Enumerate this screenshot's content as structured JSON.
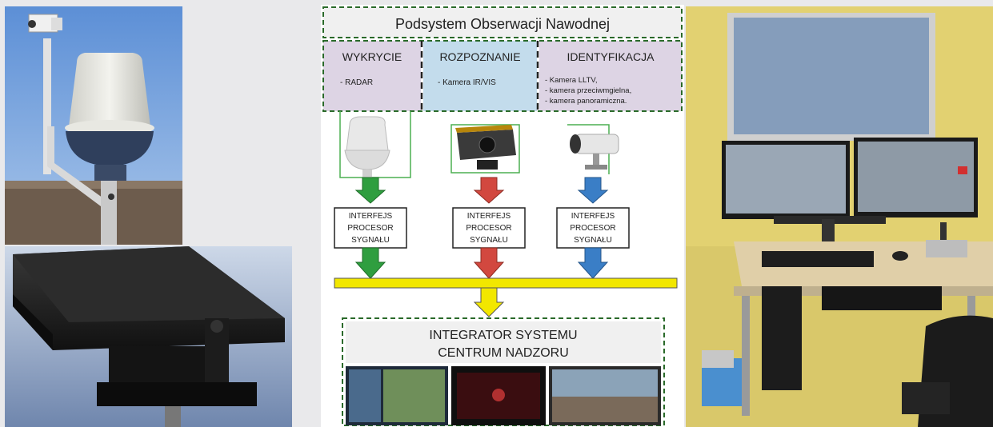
{
  "diagram": {
    "title": "Podsystem Obserwacji Nawodnej",
    "columns": [
      {
        "heading": "WYKRYCIE",
        "items": [
          "- RADAR"
        ]
      },
      {
        "heading": "ROZPOZNANIE",
        "items": [
          "- Kamera IR/VIS"
        ]
      },
      {
        "heading": "IDENTYFIKACJA",
        "items": [
          "- Kamera LLTV,",
          "- kamera przeciwmgielna,",
          "- kamera panoramiczna."
        ]
      }
    ],
    "interface": [
      "INTERFEJS",
      "PROCESOR",
      "SYGNAŁU"
    ],
    "integrator": [
      "INTEGRATOR SYSTEMU",
      "CENTRUM NADZORU"
    ]
  },
  "colors": {
    "green": "#2f9e3f",
    "red": "#d2483f",
    "blue": "#3a7ec6",
    "yellow": "#f2e700",
    "lilac": "#ddd4e4",
    "lightblue": "#c3dcec",
    "dashed_border": "#2a6a2a"
  }
}
